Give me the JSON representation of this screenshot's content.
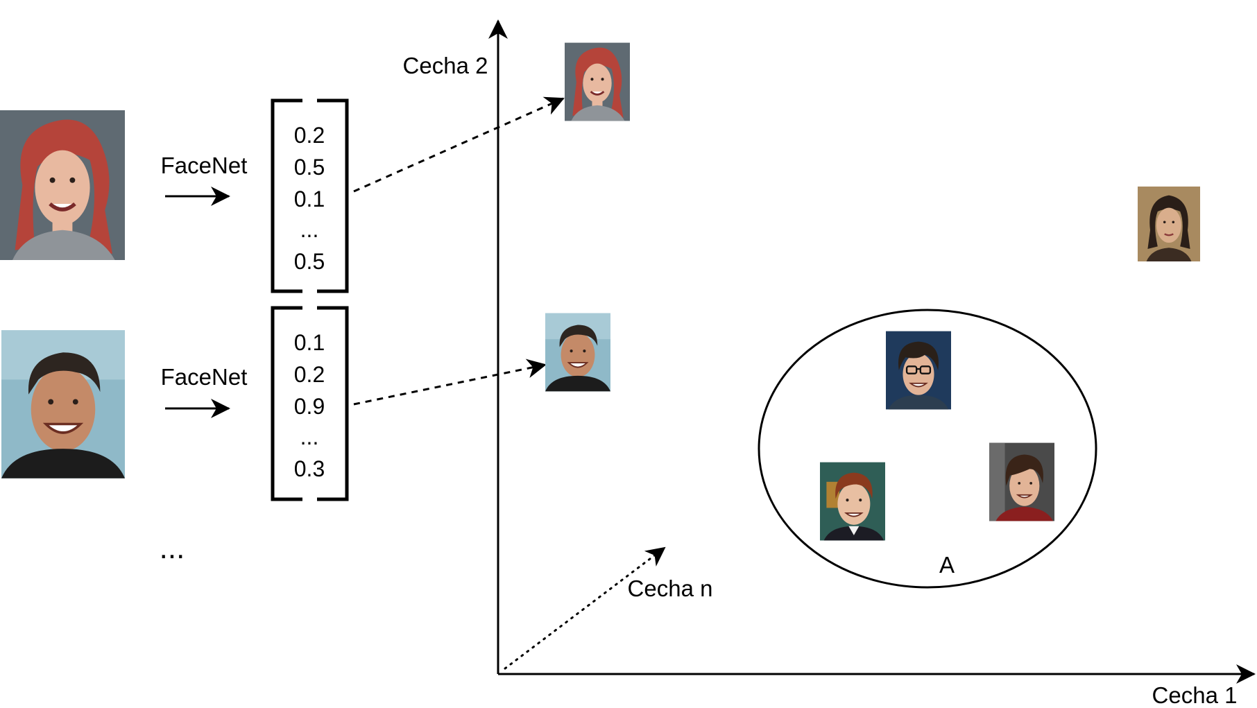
{
  "faces": [
    {
      "id": "woman-red-hair",
      "hair": "#b5443a",
      "skin": "#e8b9a0",
      "bg": "#5f6a72",
      "shirt": "#8f9499"
    },
    {
      "id": "man-smiling",
      "hair": "#2d2520",
      "skin": "#c48a68",
      "bg": "#8fb9c8",
      "shirt": "#1c1c1c"
    },
    {
      "id": "woman-dark-hair",
      "hair": "#2a1e18",
      "skin": "#d9ae8c",
      "bg": "#a88a60",
      "shirt": "#3b2c22"
    },
    {
      "id": "boy-glasses",
      "hair": "#2a2019",
      "skin": "#e2b497",
      "bg": "#1f3a5c",
      "shirt": "#2c3e50"
    },
    {
      "id": "boy-red-hair",
      "hair": "#8a3a1e",
      "skin": "#e8bfa2",
      "bg": "#2f5e56",
      "shirt": "#1c1c24"
    },
    {
      "id": "boy-brown-hair",
      "hair": "#3a2418",
      "skin": "#e2b497",
      "bg": "#4a4a4a",
      "shirt": "#8a1f1f"
    }
  ],
  "pipeline": [
    {
      "model_label": "FaceNet",
      "vector": [
        "0.2",
        "0.5",
        "0.1",
        "...",
        "0.5"
      ]
    },
    {
      "model_label": "FaceNet",
      "vector": [
        "0.1",
        "0.2",
        "0.9",
        "...",
        "0.3"
      ]
    }
  ],
  "more_rows_label": "...",
  "axes": {
    "x_label": "Cecha 1",
    "y_label": "Cecha 2",
    "n_label": "Cecha n"
  },
  "cluster": {
    "label": "A"
  },
  "colors": {
    "line": "#000000",
    "background": "#ffffff"
  }
}
